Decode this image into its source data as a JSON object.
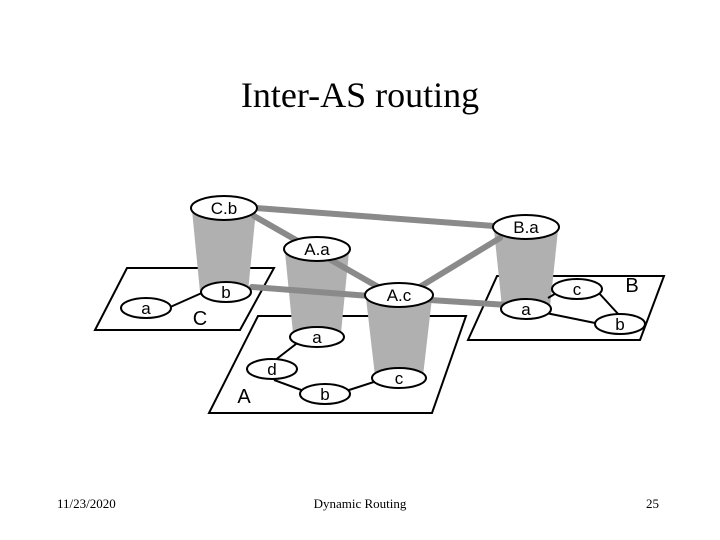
{
  "slide": {
    "title": "Inter-AS routing",
    "date": "11/23/2020",
    "footer_center": "Dynamic Routing",
    "page_number": "25"
  },
  "diagram": {
    "as_labels": {
      "C": "C",
      "A": "A",
      "B": "B"
    },
    "routers": {
      "C_a": "a",
      "C_b_inner": "b",
      "C_b": "C.b",
      "A_a_top": "A.a",
      "A_a": "a",
      "A_d": "d",
      "A_b": "b",
      "A_c": "c",
      "A_c_top": "A.c",
      "B_a_top": "B.a",
      "B_a": "a",
      "B_c": "c",
      "B_b": "b"
    },
    "colors": {
      "cylinder": "#b0b0b0",
      "interas_link": "#8a8a8a",
      "router_fill": "#ffffff",
      "outline": "#000000"
    }
  }
}
